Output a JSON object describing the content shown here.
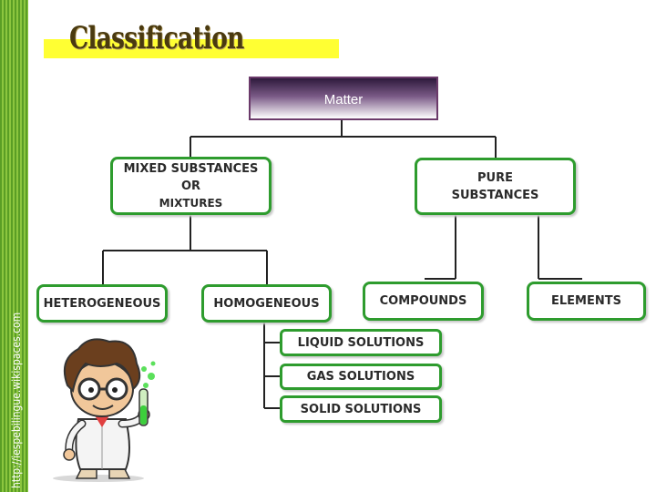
{
  "sidebar": {
    "url": "http://iespebilingue.wikispaces.com"
  },
  "title": "Classification",
  "root": {
    "label": "Matter"
  },
  "mixtures": {
    "line1": "MIXED SUBSTANCES",
    "line2": "OR",
    "line3": "MIXTURES"
  },
  "pure": {
    "line1": "PURE",
    "line2": "SUBSTANCES"
  },
  "heterogeneous": {
    "label": "HETEROGENEOUS"
  },
  "homogeneous": {
    "label": "HOMOGENEOUS"
  },
  "compounds": {
    "label": "COMPOUNDS"
  },
  "elements": {
    "label": "ELEMENTS"
  },
  "solutions": {
    "liquid": "LIQUID SOLUTIONS",
    "gas": "GAS SOLUTIONS",
    "solid": "SOLID SOLUTIONS"
  },
  "colors": {
    "box_border": "#2e9c2e",
    "title_highlight": "#ffff33",
    "sidebar_green": "#5a9e25"
  }
}
